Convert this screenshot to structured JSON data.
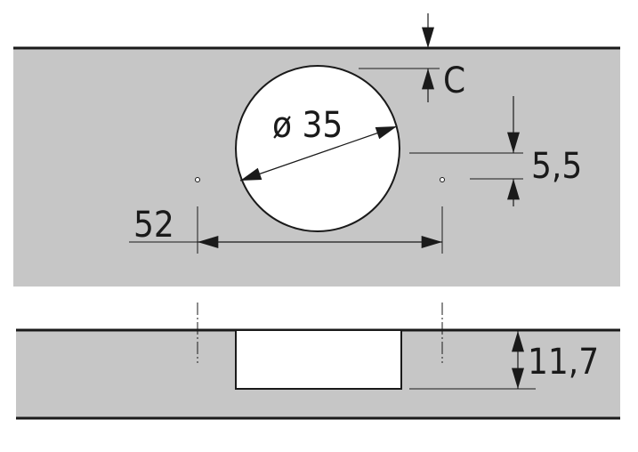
{
  "labels": {
    "diameter": "ø 35",
    "offset_c": "C",
    "hole_offset": "5,5",
    "hole_spacing": "52",
    "depth": "11,7"
  },
  "colors": {
    "panel": "#c6c6c6",
    "line": "#1a1a1a",
    "hole": "#ffffff"
  }
}
